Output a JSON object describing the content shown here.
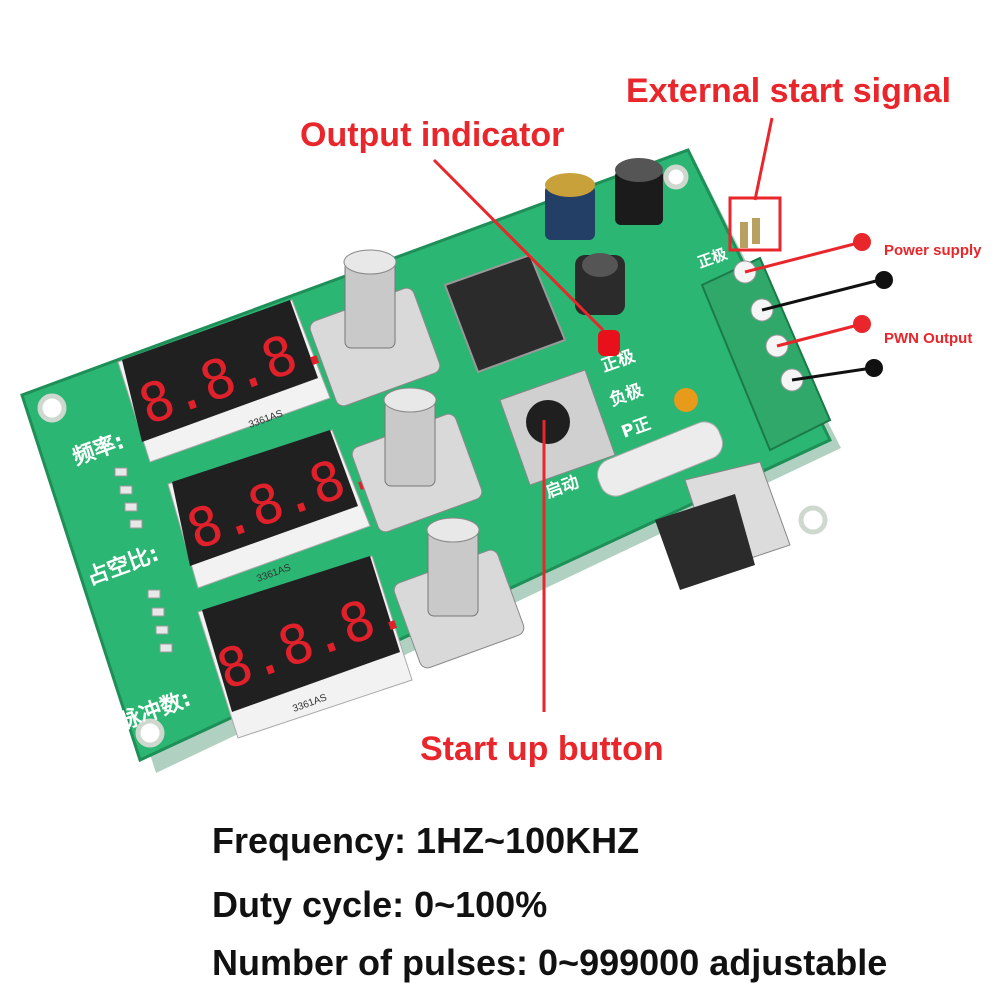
{
  "callouts": {
    "external_start_signal": "External start signal",
    "output_indicator": "Output indicator",
    "power_supply": "Power supply",
    "pwn_output": "PWN Output",
    "start_up_button": "Start up button"
  },
  "board": {
    "silkscreen": {
      "frequency_label": "频率:",
      "duty_label": "占空比:",
      "pulses_label": "脉冲数:",
      "positive_label": "正极",
      "negative_label": "负极",
      "p_positive_label": "P正",
      "start_label": "启动",
      "top_label": "正极"
    },
    "display_part_number": "3361AS",
    "display_digits": "8.8.8."
  },
  "specs": {
    "frequency": "Frequency: 1HZ~100KHZ",
    "duty_cycle": "Duty cycle: 0~100%",
    "pulses": "Number of pulses: 0~999000 adjustable"
  },
  "colors": {
    "callout": "#e8262b",
    "pcb": "#2bb673",
    "terminal_block": "#2fa86a",
    "display_segment": "#e0202a"
  }
}
